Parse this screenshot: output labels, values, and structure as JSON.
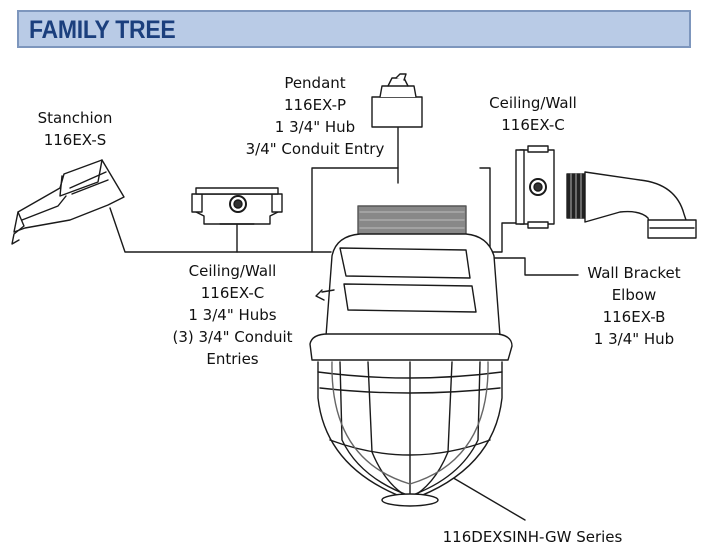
{
  "header": {
    "title": "FAMILY TREE",
    "background_color": "#b9cbe6",
    "border_color": "#7d96bd",
    "title_color": "#1b3f7d"
  },
  "labels": {
    "stanchion": [
      "Stanchion",
      "116EX-S"
    ],
    "pendant": [
      "Pendant",
      "116EX-P",
      "1 3/4\" Hub",
      "3/4\" Conduit Entry"
    ],
    "ceiling_wall_right": [
      "Ceiling/Wall",
      "116EX-C"
    ],
    "ceiling_wall_bottom": [
      "Ceiling/Wall",
      "116EX-C",
      "1 3/4\" Hubs",
      "(3) 3/4\" Conduit",
      "Entries"
    ],
    "wall_bracket": [
      "Wall Bracket",
      "Elbow",
      "116EX-B",
      "1 3/4\" Hub"
    ],
    "series": [
      "116DEXSINH-GW Series"
    ]
  },
  "icons": [
    "stanchion-icon",
    "pendant-icon",
    "ceiling-box-icon",
    "wall-bracket-elbow-icon",
    "light-fixture-icon"
  ]
}
